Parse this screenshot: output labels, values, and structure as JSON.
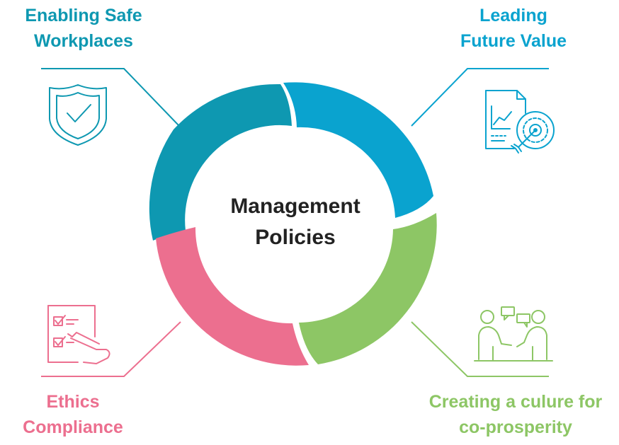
{
  "center": {
    "line1": "Management",
    "line2": "Policies"
  },
  "segments": [
    {
      "id": "top-left",
      "line1": "Enabling Safe",
      "line2": "Workplaces",
      "color": "#0e98b1",
      "icon": "shield-check-icon"
    },
    {
      "id": "top-right",
      "line1": "Leading",
      "line2": "Future Value",
      "color": "#0aa3cf",
      "icon": "chart-target-icon"
    },
    {
      "id": "bottom-left",
      "line1": "Ethics",
      "line2": "Compliance",
      "color": "#ec6f8f",
      "icon": "checklist-signing-icon"
    },
    {
      "id": "bottom-right",
      "line1": "Creating a culure for",
      "line2": "co-prosperity",
      "color": "#8dc665",
      "icon": "people-discussion-icon"
    }
  ],
  "ring_colors": {
    "top_left": "#0e98b1",
    "top_right": "#0aa3cf",
    "bottom_left": "#ec6f8f",
    "bottom_right": "#8dc665"
  }
}
